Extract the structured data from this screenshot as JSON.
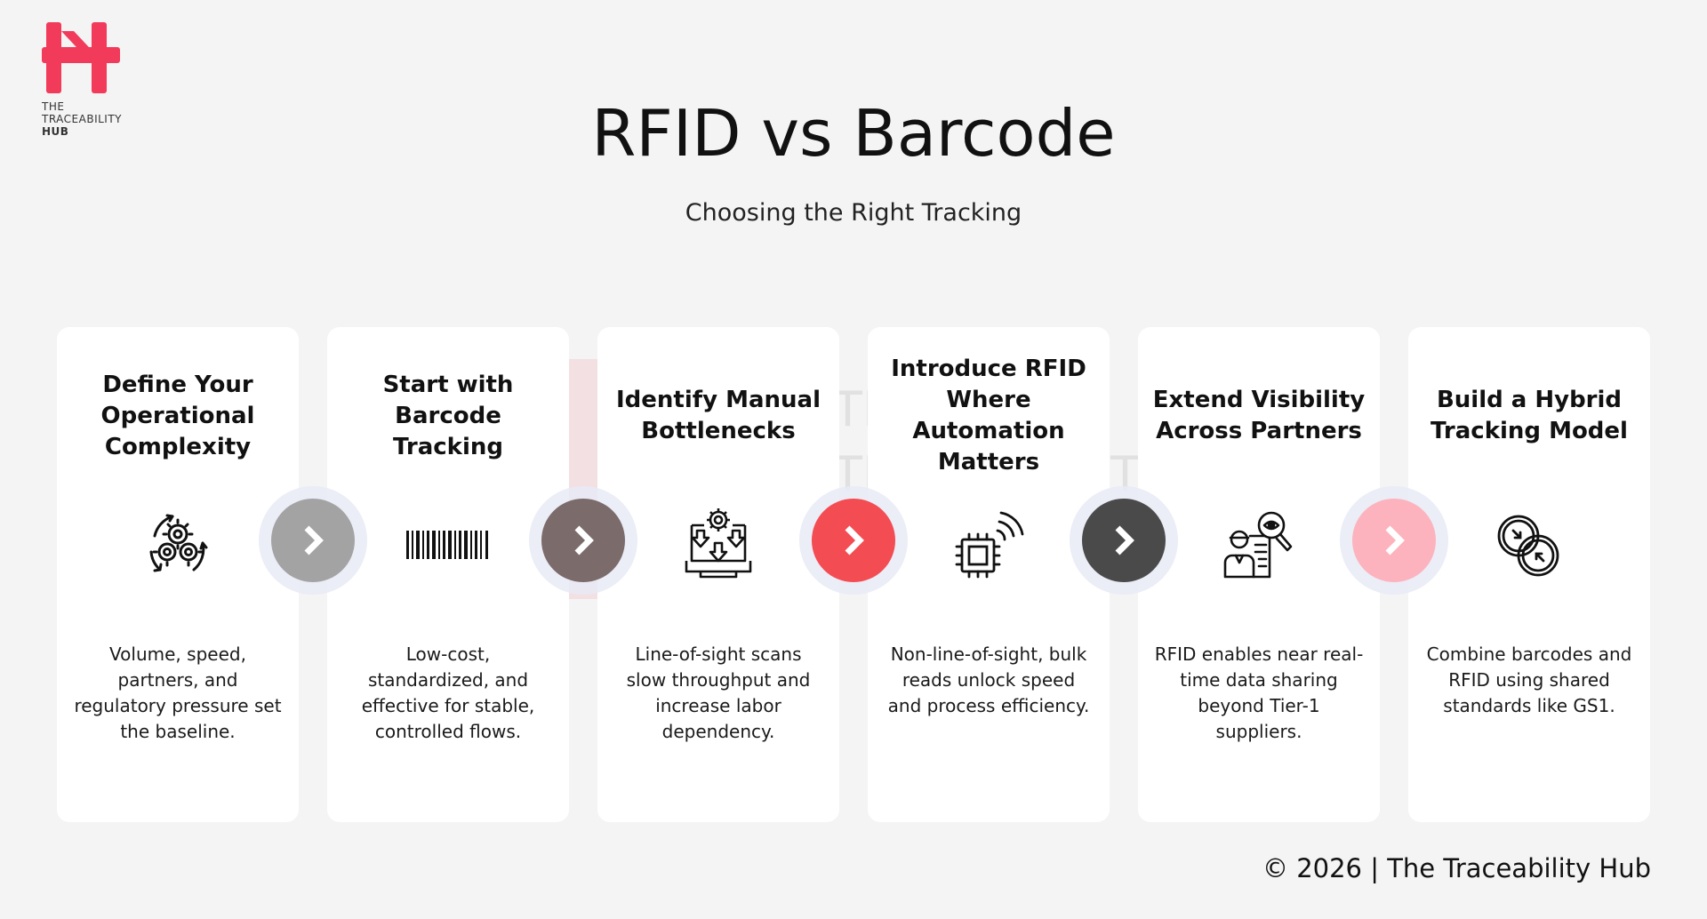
{
  "logo": {
    "line1": "THE",
    "line2": "TRACEABILITY",
    "line3": "HUB",
    "color": "#f23a5a"
  },
  "header": {
    "title": "RFID vs Barcode",
    "subtitle": "Choosing the Right Tracking"
  },
  "steps": [
    {
      "title": "Define Your Operational Complexity",
      "icon": "gears-cycle-icon",
      "description": "Volume, speed, partners, and regulatory pressure set the baseline."
    },
    {
      "title": "Start with Barcode Tracking",
      "icon": "barcode-icon",
      "description": "Low-cost, standardized, and effective for stable, controlled flows."
    },
    {
      "title": "Identify Manual Bottlenecks",
      "icon": "gear-down-arrows-icon",
      "description": "Line-of-sight scans slow throughput and increase labor dependency."
    },
    {
      "title": "Introduce RFID Where Automation Matters",
      "icon": "rfid-chip-icon",
      "description": "Non-line-of-sight, bulk reads unlock speed and process efficiency."
    },
    {
      "title": "Extend Visibility Across Partners",
      "icon": "person-magnifier-icon",
      "description": "RFID enables near real-time data sharing beyond Tier-1 suppliers."
    },
    {
      "title": "Build a Hybrid Tracking Model",
      "icon": "linked-rings-icon",
      "description": "Combine barcodes and RFID using shared standards like GS1."
    }
  ],
  "arrows": [
    {
      "color": "#a3a3a3"
    },
    {
      "color": "#7b6b6b"
    },
    {
      "color": "#f34c52"
    },
    {
      "color": "#4a4a4a"
    },
    {
      "color": "#fcb3bd"
    }
  ],
  "footer": {
    "copyright": "© 2026 | The Traceability Hub"
  }
}
